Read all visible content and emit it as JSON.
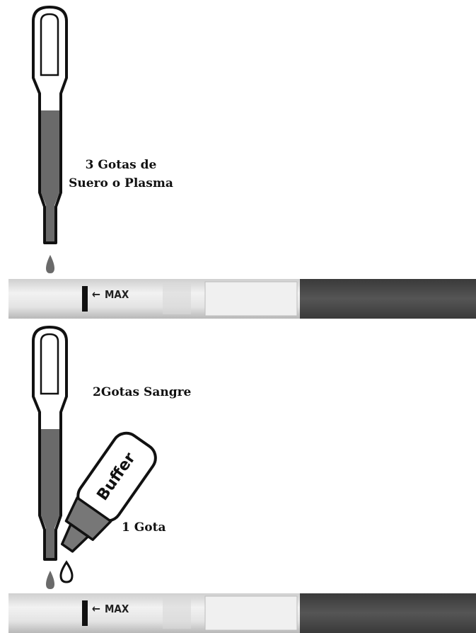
{
  "section_serum": {
    "label_line1": "3 Gotas de",
    "label_line2": "Suero o Plasma",
    "strip_marker": "MAX"
  },
  "section_blood": {
    "label": "2Gotas Sangre",
    "buffer_label": "Buffer",
    "buffer_drop_label": "1 Gota",
    "strip_marker": "MAX"
  }
}
